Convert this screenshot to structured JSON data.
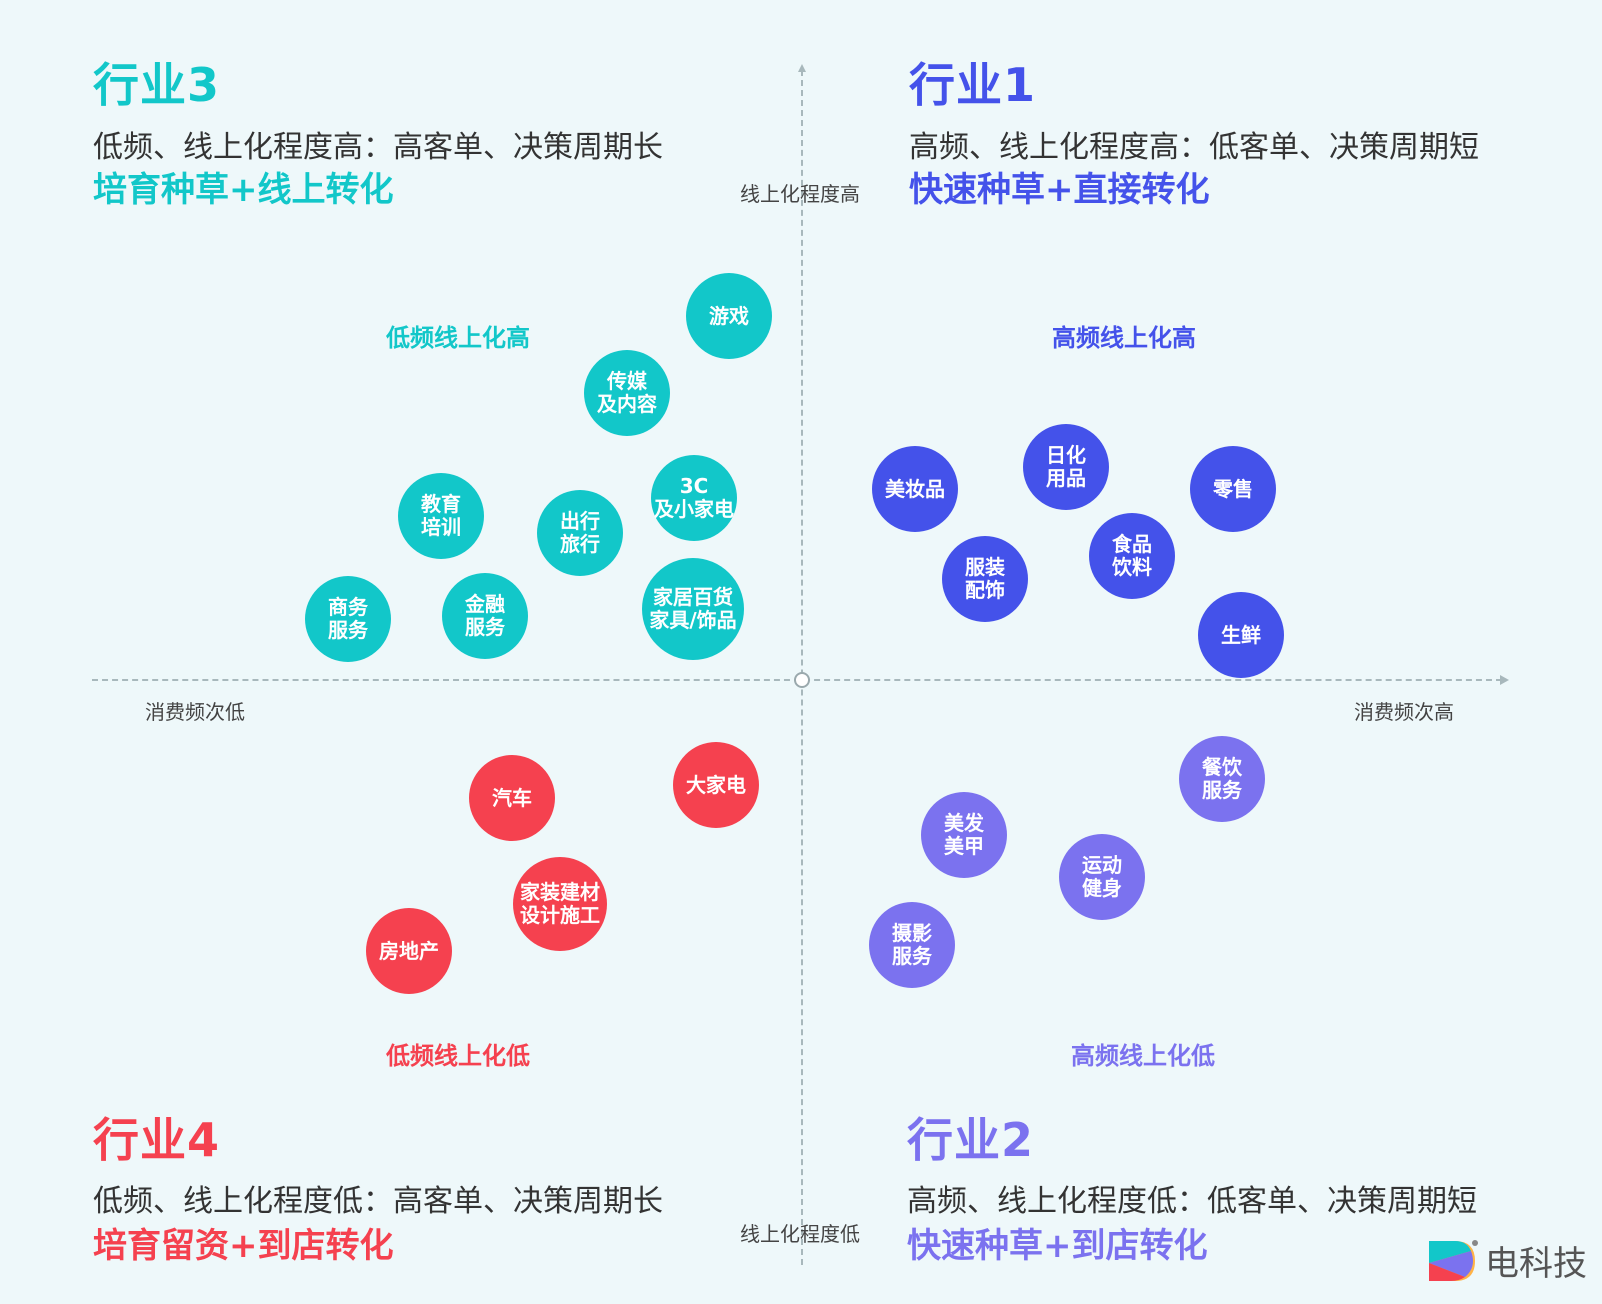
{
  "colors": {
    "teal": "#12c7c9",
    "blue": "#4452ea",
    "red": "#f5414f",
    "purple": "#7b72ef",
    "axis": "#a8b8bc"
  },
  "quadrants": {
    "q3": {
      "title": "行业3",
      "desc": "低频、线上化程度高：高客单、决策周期长",
      "strategy": "培育种草+线上转化",
      "label": "低频线上化高"
    },
    "q1": {
      "title": "行业1",
      "desc": "高频、线上化程度高：低客单、决策周期短",
      "strategy": "快速种草+直接转化",
      "label": "高频线上化高"
    },
    "q4": {
      "title": "行业4",
      "desc": "低频、线上化程度低：高客单、决策周期长",
      "strategy": "培育留资+到店转化",
      "label": "低频线上化低"
    },
    "q2": {
      "title": "行业2",
      "desc": "高频、线上化程度低：低客单、决策周期短",
      "strategy": "快速种草+到店转化",
      "label": "高频线上化低"
    }
  },
  "axes": {
    "y_high": "线上化程度高",
    "y_low": "线上化程度低",
    "x_low": "消费频次低",
    "x_high": "消费频次高"
  },
  "bubbles": {
    "youxi": [
      "游戏"
    ],
    "chuanmei": [
      "传媒",
      "及内容"
    ],
    "c3": [
      "3C",
      "及小家电"
    ],
    "jiaoyu": [
      "教育",
      "培训"
    ],
    "chuxing": [
      "出行",
      "旅行"
    ],
    "jiaju": [
      "家居百货",
      "家具/饰品"
    ],
    "shangwu": [
      "商务",
      "服务"
    ],
    "jinrong": [
      "金融",
      "服务"
    ],
    "meizhuang": [
      "美妆品"
    ],
    "rihua": [
      "日化",
      "用品"
    ],
    "lingshou": [
      "零售"
    ],
    "fuzhuang": [
      "服装",
      "配饰"
    ],
    "shipin": [
      "食品",
      "饮料"
    ],
    "shengxian": [
      "生鲜"
    ],
    "qiche": [
      "汽车"
    ],
    "dajiadian": [
      "大家电"
    ],
    "jiazhuang": [
      "家装建材",
      "设计施工"
    ],
    "fangdichan": [
      "房地产"
    ],
    "canyin": [
      "餐饮",
      "服务"
    ],
    "meifa": [
      "美发",
      "美甲"
    ],
    "yundong": [
      "运动",
      "健身"
    ],
    "sheying": [
      "摄影",
      "服务"
    ]
  },
  "logo": {
    "text": "电科技"
  }
}
